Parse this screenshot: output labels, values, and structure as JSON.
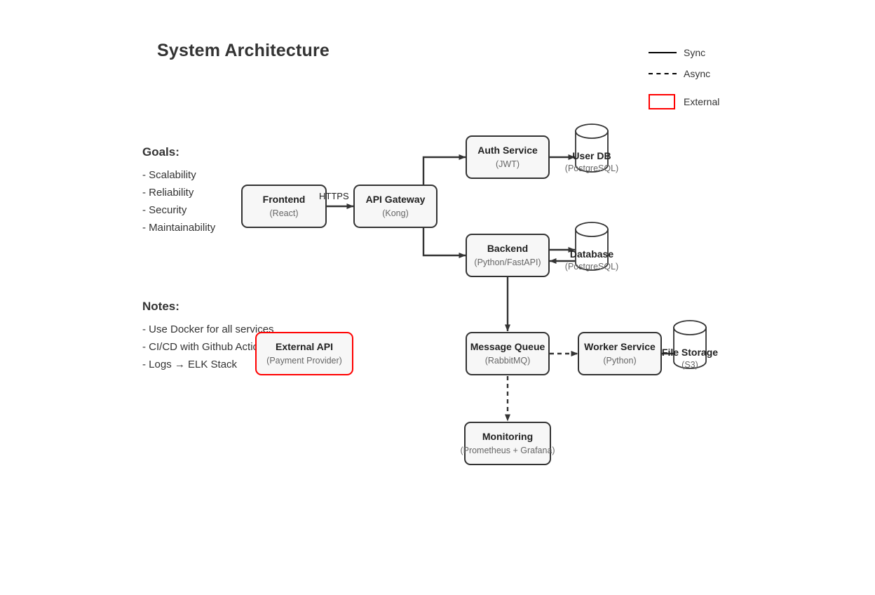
{
  "title": "System Architecture",
  "legend": {
    "items": [
      {
        "key": "line-solid",
        "label": "Sync"
      },
      {
        "key": "line-dashed",
        "label": "Async"
      },
      {
        "key": "swatch-external",
        "label": "External"
      }
    ]
  },
  "goals": {
    "heading": "Goals:",
    "items": [
      "- Scalability",
      "- Reliability",
      "- Security",
      "- Maintainability"
    ]
  },
  "notes": {
    "heading": "Notes:",
    "items": [
      "- Use Docker for all services",
      "- CI/CD with Github Actions",
      "- Logs → ELK Stack"
    ]
  },
  "nodes": {
    "frontend": {
      "title": "Frontend",
      "subtitle": "(React)"
    },
    "gateway": {
      "title": "API Gateway",
      "subtitle": "(Kong)"
    },
    "auth": {
      "title": "Auth Service",
      "subtitle": "(JWT)"
    },
    "backend": {
      "title": "Backend",
      "subtitle": "(Python/FastAPI)"
    },
    "queue": {
      "title": "Message Queue",
      "subtitle": "(RabbitMQ)"
    },
    "worker": {
      "title": "Worker Service",
      "subtitle": "(Python)"
    },
    "monitoring": {
      "title": "Monitoring",
      "subtitle": "(Prometheus + Grafana)"
    },
    "external": {
      "title": "External API",
      "subtitle": "(Payment Provider)"
    },
    "userdb": {
      "title": "User DB",
      "subtitle": "(PostgreSQL)"
    },
    "database": {
      "title": "Database",
      "subtitle": "(PostgreSQL)"
    },
    "storage": {
      "title": "File Storage",
      "subtitle": "(S3)"
    }
  },
  "edges": [
    {
      "from": "frontend",
      "to": "gateway",
      "label": "HTTPS",
      "style": "sync"
    },
    {
      "from": "gateway",
      "to": "auth",
      "label": "",
      "style": "sync"
    },
    {
      "from": "gateway",
      "to": "backend",
      "label": "",
      "style": "sync"
    },
    {
      "from": "auth",
      "to": "userdb",
      "label": "",
      "style": "sync"
    },
    {
      "from": "backend",
      "to": "database",
      "label": "",
      "style": "sync-bidirectional"
    },
    {
      "from": "backend",
      "to": "queue",
      "label": "",
      "style": "sync"
    },
    {
      "from": "queue",
      "to": "worker",
      "label": "",
      "style": "async"
    },
    {
      "from": "queue",
      "to": "monitoring",
      "label": "",
      "style": "async"
    },
    {
      "from": "worker",
      "to": "storage",
      "label": "",
      "style": "sync"
    }
  ],
  "colors": {
    "node_border": "#333333",
    "node_fill": "#f7f7f7",
    "external_border": "#ff0000",
    "edge": "#333333",
    "title_text": "#333333",
    "subtitle_text": "#666666"
  }
}
